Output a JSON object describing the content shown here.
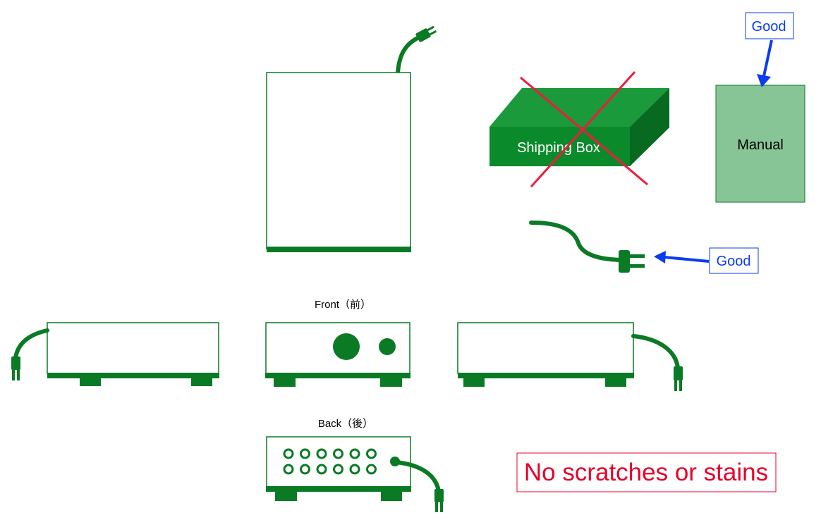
{
  "colors": {
    "device_green": "#0a7a25",
    "box_front": "#0b8a2c",
    "box_top": "#1a9a3a",
    "box_side": "#086a20",
    "manual_fill": "#88c596",
    "cross_red": "#ee1c3c",
    "callout_blue": "#0a3cf0",
    "warning_red": "#e8002a"
  },
  "shipping_box": {
    "label": "Shipping Box",
    "icon": "shipping-box-icon",
    "status": "crossed-out"
  },
  "manual": {
    "label": "Manual",
    "icon": "manual-icon"
  },
  "callouts": {
    "manual_good": "Good",
    "cable_good": "Good"
  },
  "views": {
    "front_caption": "Front（前）",
    "back_caption": "Back（後）"
  },
  "warning": {
    "text": "No scratches or stains"
  },
  "back_panel": {
    "port_rows": 2,
    "ports_per_row": 6
  }
}
